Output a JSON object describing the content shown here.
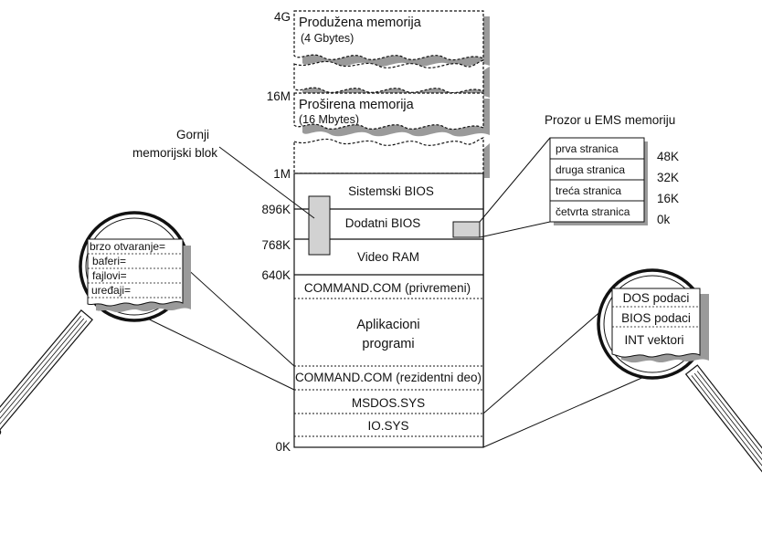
{
  "memory_map": {
    "address_labels": {
      "a4g": "4G",
      "a16m": "16M",
      "a1m": "1M",
      "a896k": "896K",
      "a768k": "768K",
      "a640k": "640K",
      "a0k": "0K"
    },
    "extended": {
      "title": "Produžena memorija",
      "subtitle": "(4 Gbytes)"
    },
    "expanded": {
      "title": "Proširena memorija",
      "subtitle": "(16 Mbytes)"
    },
    "regions": {
      "system_bios": "Sistemski BIOS",
      "extra_bios": "Dodatni BIOS",
      "video_ram": "Video RAM",
      "command_transient": "COMMAND.COM (privremeni)",
      "apps_line1": "Aplikacioni",
      "apps_line2": "programi",
      "command_resident": "COMMAND.COM (rezidentni deo)",
      "msdos": "MSDOS.SYS",
      "iosys": "IO.SYS"
    }
  },
  "annotations": {
    "upper_block_line1": "Gornji",
    "upper_block_line2": "memorijski blok"
  },
  "ems_window": {
    "title": "Prozor u EMS memoriju",
    "pages": [
      "prva stranica",
      "druga stranica",
      "treća stranica",
      "četvrta stranica"
    ],
    "offsets": [
      "48K",
      "32K",
      "16K",
      "0k"
    ]
  },
  "magnifier_left": {
    "items": [
      "brzo otvaranje=",
      "baferi=",
      "fajlovi=",
      "uređaji="
    ]
  },
  "magnifier_right": {
    "items": [
      "DOS podaci",
      "BIOS podaci",
      "INT vektori"
    ]
  }
}
